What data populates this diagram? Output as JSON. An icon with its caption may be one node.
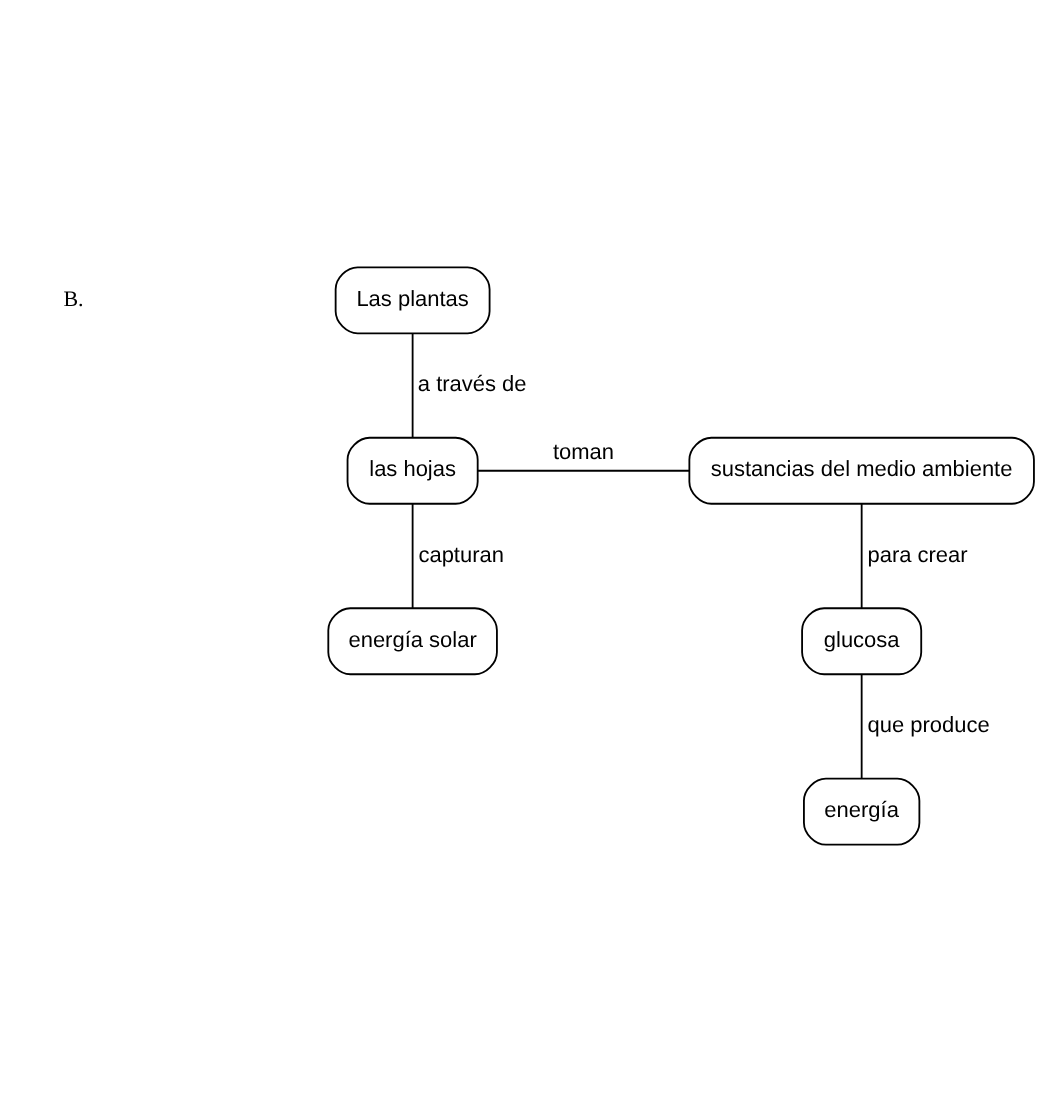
{
  "diagram": {
    "nodes": [
      {
        "text": [
          "Las plantas"
        ]
      },
      {
        "text": [
          "las hojas"
        ]
      },
      {
        "text": [
          "sustancias del medio ambiente"
        ]
      },
      {
        "text": [
          "energía solar"
        ]
      },
      {
        "text": [
          "glucosa"
        ]
      },
      {
        "text": [
          "energía"
        ]
      }
    ],
    "edges": [
      {
        "from": 0,
        "to": 1,
        "arrow": "none",
        "label": "a través de"
      },
      {
        "from": 1,
        "to": 2,
        "arrow": "none",
        "label": "toman"
      },
      {
        "from": 1,
        "to": 3,
        "arrow": "none",
        "label": "capturan"
      },
      {
        "from": 2,
        "to": 4,
        "arrow": "none",
        "label": "para crear"
      },
      {
        "from": 4,
        "to": 5,
        "arrow": "none",
        "label": "que produce"
      }
    ],
    "labels": [
      "B."
    ]
  }
}
